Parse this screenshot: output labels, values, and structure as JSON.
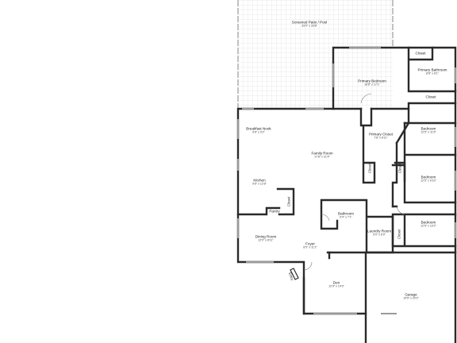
{
  "rooms": {
    "patio": {
      "name": "Screened Patio / Pool",
      "dims": "33'0\" x 33'8\""
    },
    "primary_bed": {
      "name": "Primary Bedroom",
      "dims": "16'6\" x 17'1\""
    },
    "primary_bath": {
      "name": "Primary Bathroom",
      "dims": "8'8\" x 8'1\""
    },
    "primary_closet": {
      "name": "Primary Closet",
      "dims": "7'8\" x 8'11\""
    },
    "breakfast": {
      "name": "Breakfast Nook",
      "dims": "9'6\" x 9'2\""
    },
    "family": {
      "name": "Family Room",
      "dims": "17'8\" x 21'4\""
    },
    "kitchen": {
      "name": "Kitchen",
      "dims": "9'6\" x 12'8\""
    },
    "bedroom1": {
      "name": "Bedroom",
      "dims": "12'5\" x 11'5\""
    },
    "bedroom2": {
      "name": "Bedroom",
      "dims": "12'5\" x 9'10\""
    },
    "bedroom3": {
      "name": "Bedroom",
      "dims": "12'5\" x 10'2\""
    },
    "bathroom": {
      "name": "Bathroom",
      "dims": "9'4\" x 7'1\""
    },
    "laundry": {
      "name": "Laundry Room",
      "dims": "5'0\" x 6'9\""
    },
    "dining": {
      "name": "Dining Room",
      "dims": "12'0\" x 8'11\""
    },
    "foyer": {
      "name": "Foyer",
      "dims": "8'5\" x 11'2\""
    },
    "den": {
      "name": "Den",
      "dims": "12'9\" x 14'3\""
    },
    "garage": {
      "name": "Garage",
      "dims": "19'5\" x 20'2\""
    }
  },
  "labels": {
    "closet": "Closet",
    "pantry": "Pantry",
    "entry": "Entry"
  }
}
